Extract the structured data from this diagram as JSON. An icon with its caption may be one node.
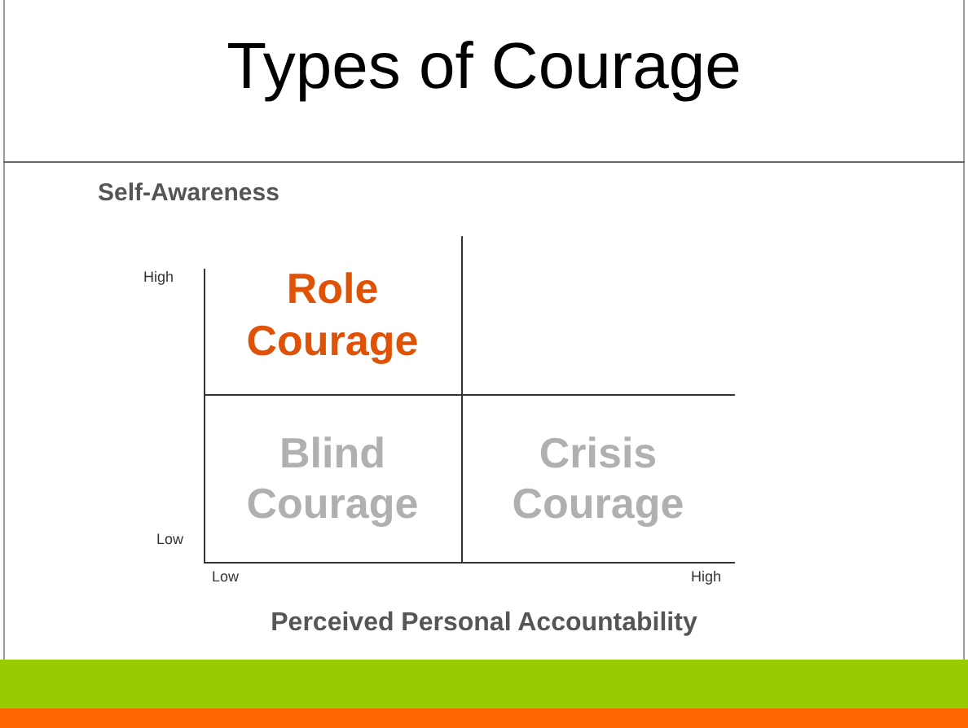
{
  "diagram": {
    "title": "Types of Courage",
    "nodes": [
      {
        "text": [
          "Role Courage"
        ]
      },
      {
        "text": [
          "Blind Courage"
        ]
      },
      {
        "text": [
          "Crisis Courage"
        ]
      }
    ],
    "labels": [
      "Self-Awareness",
      "High",
      "Low",
      "Low",
      "High",
      "Perceived Personal Accountability"
    ]
  }
}
